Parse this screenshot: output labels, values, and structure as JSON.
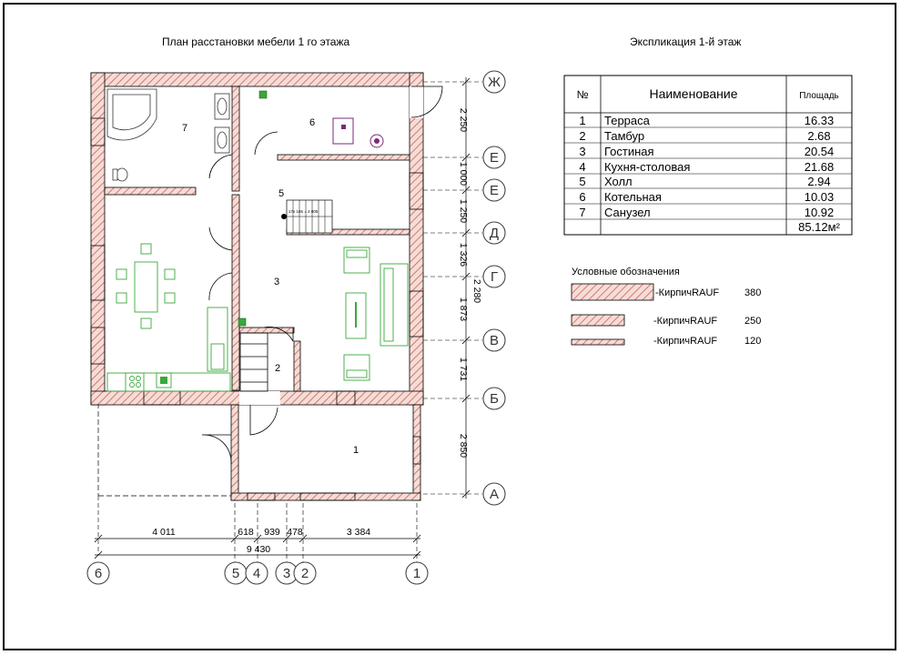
{
  "title_plan": "План расстановки мебели    1 го этажа",
  "title_expl": "Экспликация  1-й этаж",
  "explication": {
    "headers": {
      "num": "№",
      "name": "Наименование",
      "area": "Площадь"
    },
    "rows": [
      {
        "num": "1",
        "name": "Терраса",
        "area": "16.33"
      },
      {
        "num": "2",
        "name": "Тамбур",
        "area": "2.68"
      },
      {
        "num": "3",
        "name": "Гостиная",
        "area": "20.54"
      },
      {
        "num": "4",
        "name": "Кухня-столовая",
        "area": "21.68"
      },
      {
        "num": "5",
        "name": "Холл",
        "area": "2.94"
      },
      {
        "num": "6",
        "name": "Котельная",
        "area": "10.03"
      },
      {
        "num": "7",
        "name": "Санузел",
        "area": "10.92"
      }
    ],
    "total": "85.12м²"
  },
  "legend": {
    "title": "Условные обозначения",
    "items": [
      {
        "label": "-КирпичRAUF",
        "value": "380"
      },
      {
        "label": "-КирпичRAUF",
        "value": "250"
      },
      {
        "label": "-КирпичRAUF",
        "value": "120"
      }
    ]
  },
  "axes_letters": [
    "Ж",
    "Е",
    "Е",
    "Д",
    "Г",
    "В",
    "Б",
    "А"
  ],
  "axes_numbers": [
    "6",
    "5",
    "4",
    "3",
    "2",
    "1"
  ],
  "dims_vertical": [
    "2 250",
    "1 000",
    "1 250",
    "1 326",
    "2 280",
    "1 873",
    "1 731",
    "2 850"
  ],
  "dims_horizontal": [
    "4 011",
    "618",
    "939",
    "478",
    "3 384"
  ],
  "dim_total": "9 430",
  "rooms": [
    "1",
    "2",
    "3",
    "5",
    "6",
    "7"
  ],
  "stair_note": "17х 165 = 2 805",
  "colors": {
    "wall_hatch": "#c0645a",
    "wall_fill": "#f4d6d0",
    "furniture": "#3aa83a"
  }
}
